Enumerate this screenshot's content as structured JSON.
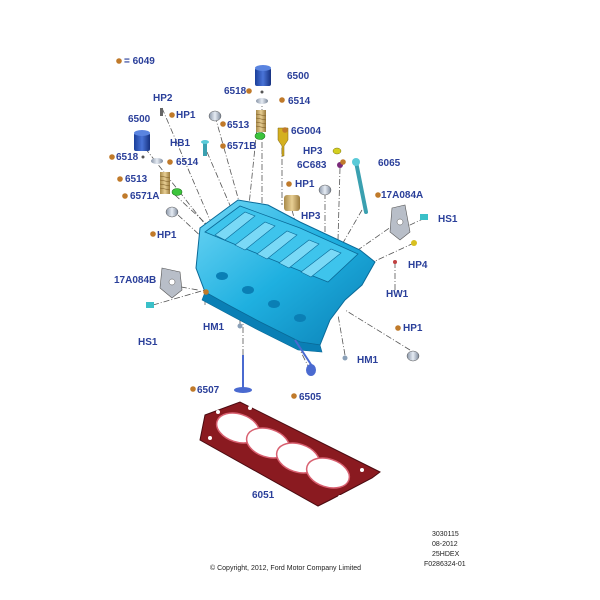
{
  "legend": {
    "dot_label": "= 6049"
  },
  "labels": {
    "l6500a": "6500",
    "l6518a": "6518",
    "l6514a": "6514",
    "lHP2": "HP2",
    "lHP1a": "HP1",
    "l6513a": "6513",
    "l6G004": "6G004",
    "l6500b": "6500",
    "lHB1": "HB1",
    "l6571Ba": "6571B",
    "lHP3a": "HP3",
    "l6C683": "6C683",
    "l6065": "6065",
    "l6518b": "6518",
    "l6514b": "6514",
    "l6513b": "6513",
    "l6571A": "6571A",
    "lHP1b": "HP1",
    "lHP3b": "HP3",
    "l17A084Aa": "17A084A",
    "lHS1a": "HS1",
    "lHP1c": "HP1",
    "lHP4": "HP4",
    "l17A084B": "17A084B",
    "lHW1": "HW1",
    "lHS1b": "HS1",
    "lHM1a": "HM1",
    "lHP1d": "HP1",
    "lHM1b": "HM1",
    "l6507": "6507",
    "l6505": "6505",
    "l6051": "6051"
  },
  "meta": {
    "code1": "3030115",
    "date": "08-2012",
    "code2": "25HDEX",
    "code3": "F0286324-01",
    "copyright": "© Copyright, 2012, Ford Motor Company Limited"
  },
  "colors": {
    "head": "#1fb0e0",
    "head_dark": "#0a7fb5",
    "head_light": "#6fd6f5",
    "gasket": "#8a1a20",
    "gasket_light": "#b03040",
    "label": "#2a3f9a",
    "dot": "#c07a2a"
  }
}
